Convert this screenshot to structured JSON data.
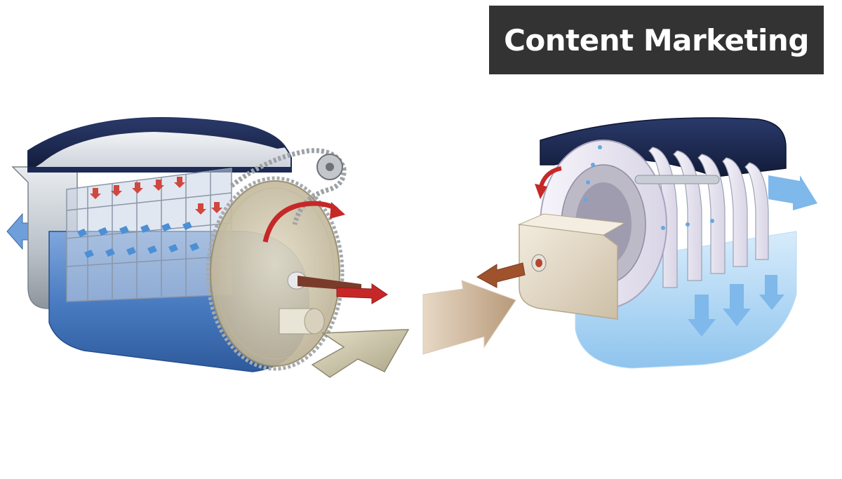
{
  "banner": {
    "title": "Content Marketing",
    "background_color": "#333333",
    "text_color": "#ffffff"
  },
  "illustrations": {
    "left": "rotary drum filter cutaway (chain drive, blue trough)",
    "right": "disc filter cutaway (dark hood, blue basin)"
  },
  "palette": {
    "blue_trough": "#3f6fb6",
    "navy_hood": "#17234a",
    "red_flow_arrow": "#c62828",
    "brown_flow_arrow": "#a0522d",
    "khaki_inlet_arrow": "#cfc7a8",
    "tan_transfer_arrow": "#c4ad93",
    "light_blue_flow": "#7fb8ea"
  }
}
